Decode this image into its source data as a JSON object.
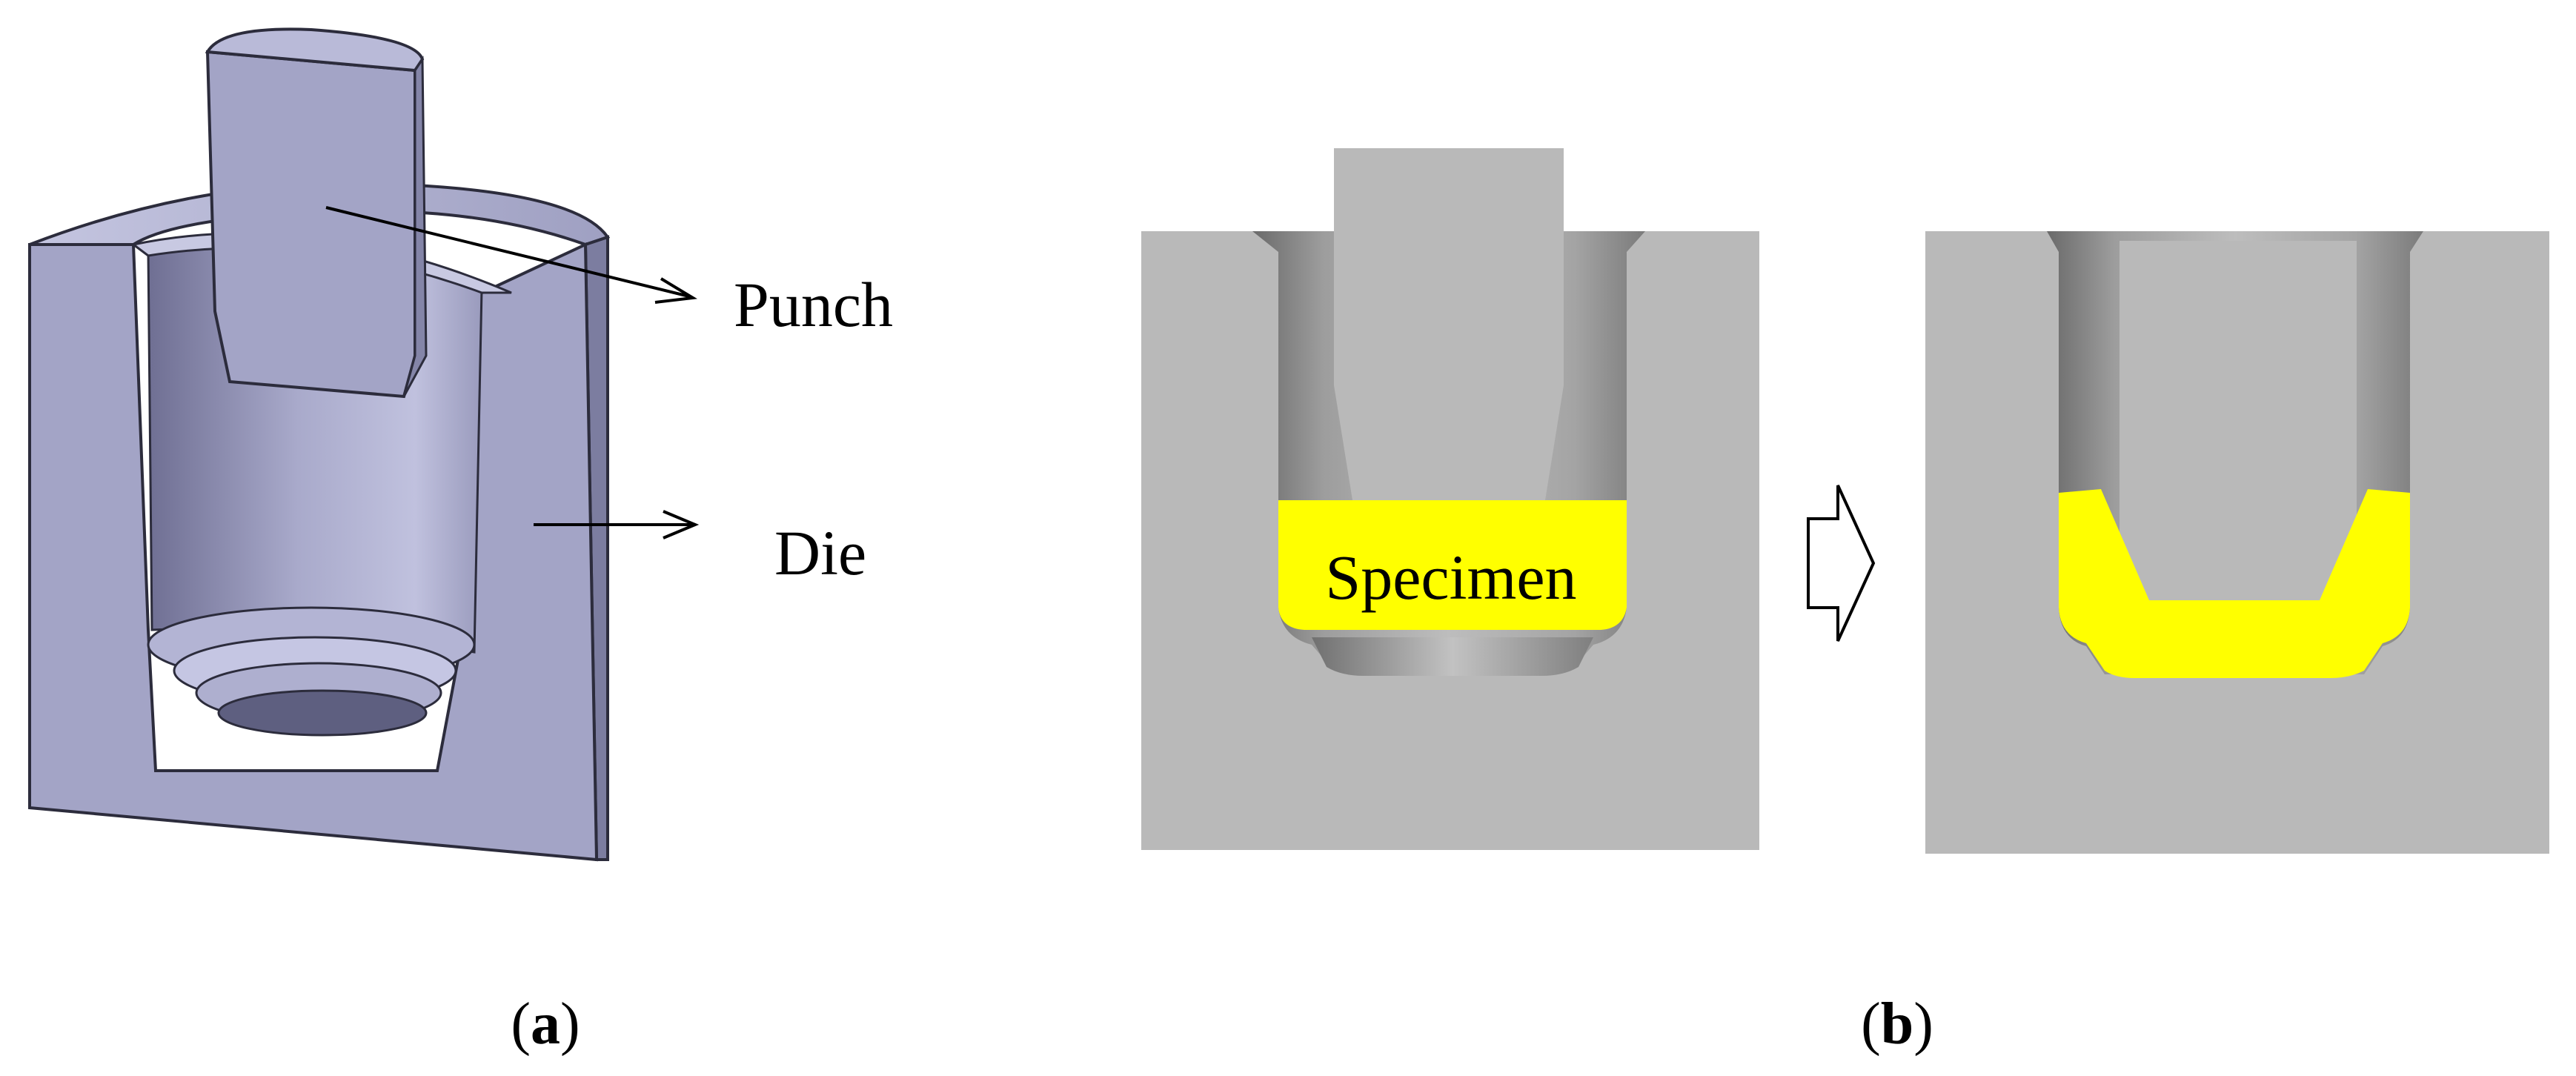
{
  "panel_a": {
    "punch_label": "Punch",
    "die_label": "Die",
    "caption_open": "(",
    "caption_letter": "a",
    "caption_close": ")"
  },
  "panel_b": {
    "specimen_label": "Specimen",
    "caption_open": "(",
    "caption_letter": "b",
    "caption_close": ")"
  },
  "colors": {
    "tooling_3d": "#a3a4c6",
    "tooling_section": "#b9b9b9",
    "specimen": "#ffff00",
    "background": "#ffffff"
  }
}
